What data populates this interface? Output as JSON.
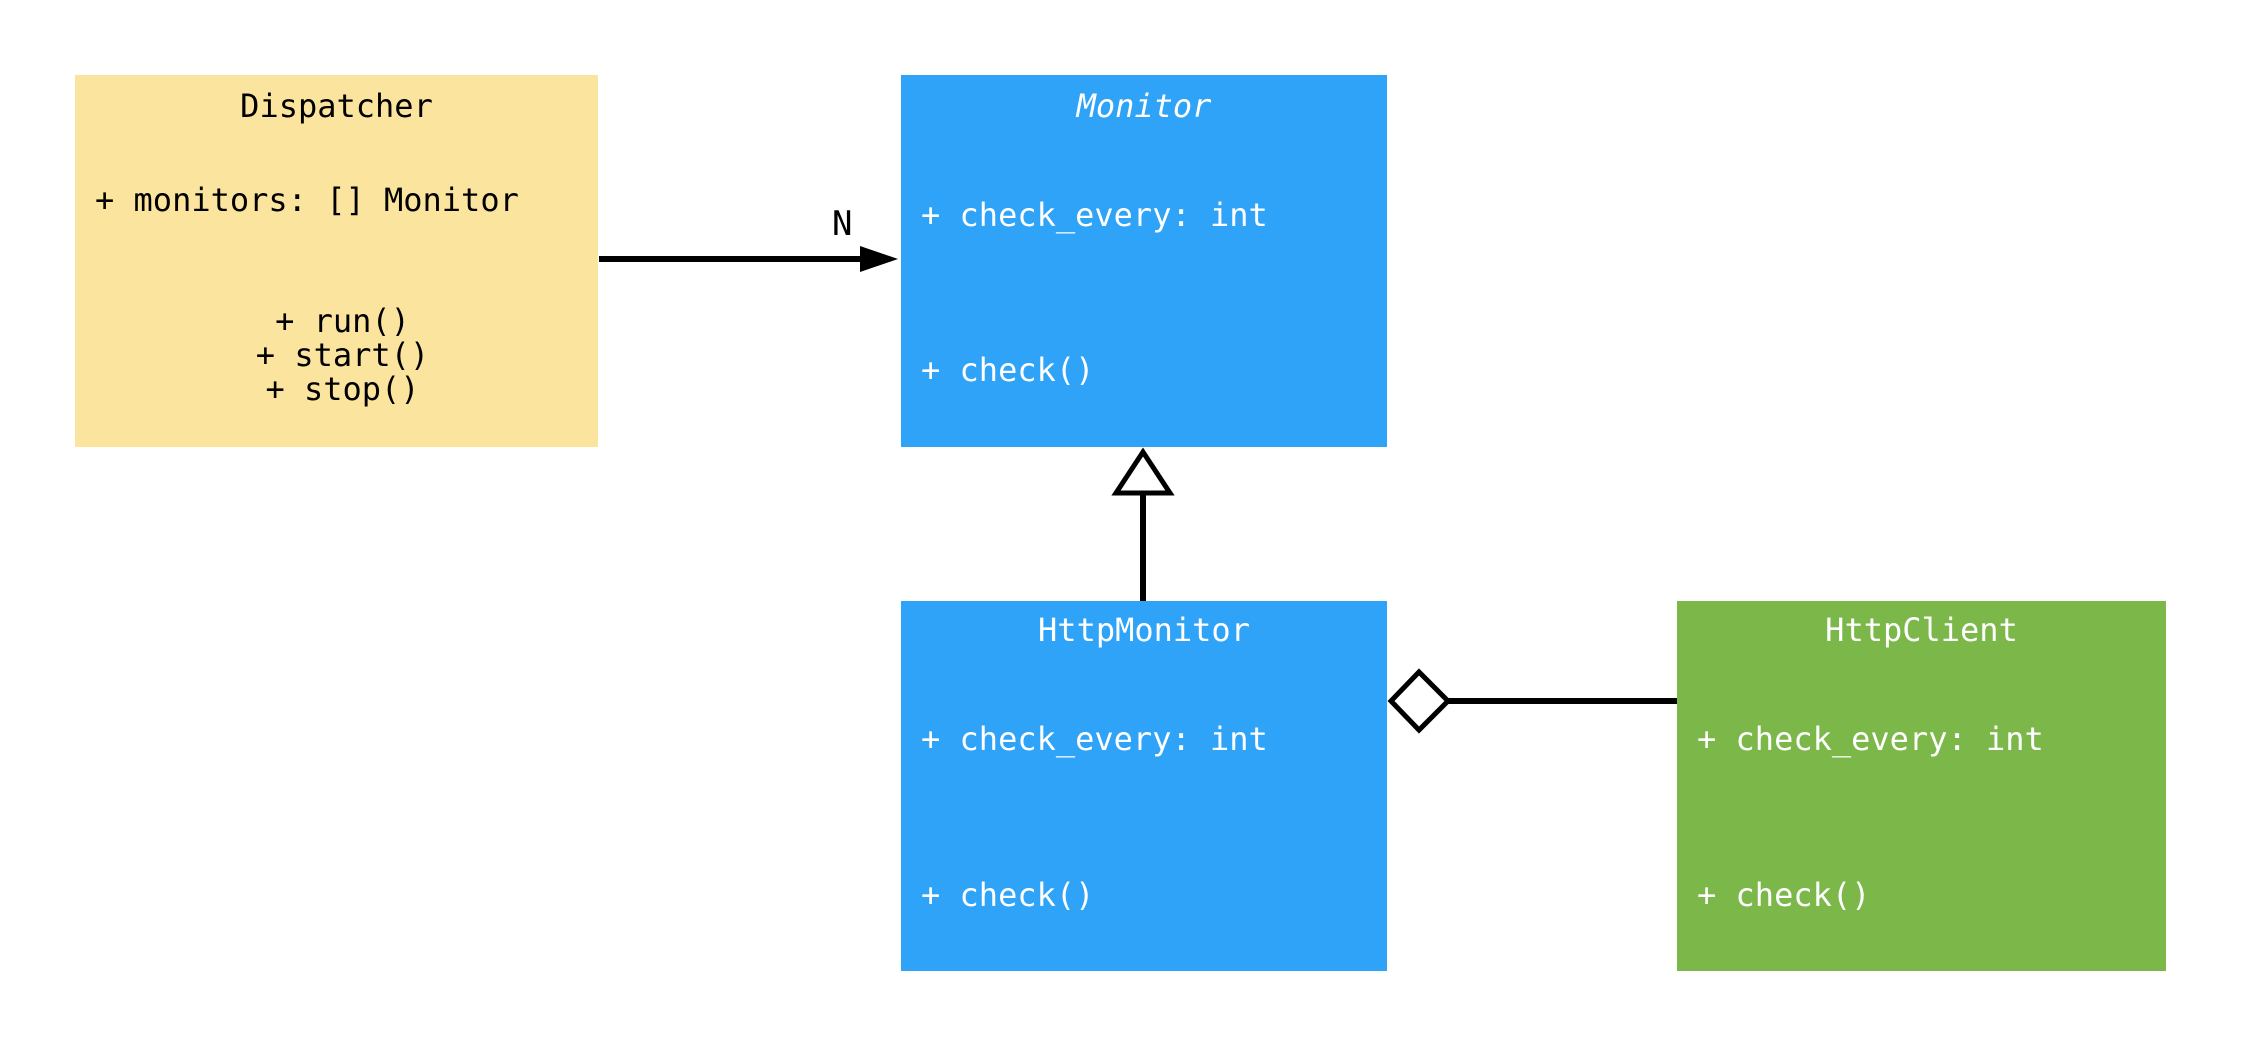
{
  "diagram": {
    "colors": {
      "blue": "#2FA3F7",
      "green": "#7CB74A",
      "yellow": "#FBE49E",
      "canvas": "#FFFFFF",
      "line": "#000000"
    },
    "classes": [
      {
        "name": "Dispatcher",
        "abstract": false,
        "fill": "#FBE49E",
        "text_color": "#000000",
        "attributes": [
          "+ monitors: [] Monitor"
        ],
        "methods": [
          "+ run()",
          "+ start()",
          "+ stop()"
        ]
      },
      {
        "name": "Monitor",
        "abstract": true,
        "fill": "#2FA3F7",
        "text_color": "#FFFFFF",
        "attributes": [
          "+ check_every: int"
        ],
        "methods": [
          "+ check()"
        ]
      },
      {
        "name": "HttpMonitor",
        "abstract": false,
        "fill": "#2FA3F7",
        "text_color": "#FFFFFF",
        "attributes": [
          "+ check_every: int"
        ],
        "methods": [
          "+ check()"
        ]
      },
      {
        "name": "HttpClient",
        "abstract": false,
        "fill": "#7CB74A",
        "text_color": "#FFFFFF",
        "attributes": [
          "+ check_every: int"
        ],
        "methods": [
          "+ check()"
        ]
      }
    ],
    "relations": [
      {
        "type": "association-arrow",
        "from": "Dispatcher",
        "to": "Monitor",
        "label": "N"
      },
      {
        "type": "generalization",
        "from": "HttpMonitor",
        "to": "Monitor",
        "label": ""
      },
      {
        "type": "aggregation",
        "from": "HttpMonitor",
        "to": "HttpClient",
        "label": ""
      }
    ]
  }
}
